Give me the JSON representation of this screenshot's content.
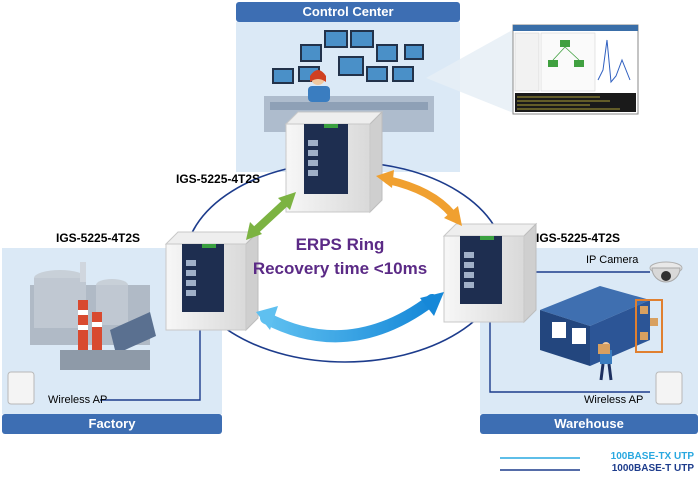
{
  "panels": {
    "control_center": "Control Center",
    "factory": "Factory",
    "warehouse": "Warehouse"
  },
  "switches": {
    "top": "IGS-5225-4T2S",
    "left": "IGS-5225-4T2S",
    "right": "IGS-5225-4T2S"
  },
  "ring": {
    "line1": "ERPS Ring",
    "line2": "Recovery time <10ms"
  },
  "devices": {
    "ip_camera": "IP Camera",
    "wireless_ap_left": "Wireless AP",
    "wireless_ap_right": "Wireless AP"
  },
  "legend": {
    "tx": "100BASE-TX UTP",
    "t": "1000BASE-T UTP",
    "tx_color": "#29a8e0",
    "t_color": "#1d3c8c"
  },
  "colors": {
    "panel_bg": "#dbe9f6",
    "panel_header": "#3d6eb3",
    "ring_line": "#1d3c8c",
    "arrow_green": "#7cb342",
    "arrow_orange": "#f0a030",
    "arrow_blue": "#1e9be0",
    "ring_text": "#5b2a86"
  }
}
